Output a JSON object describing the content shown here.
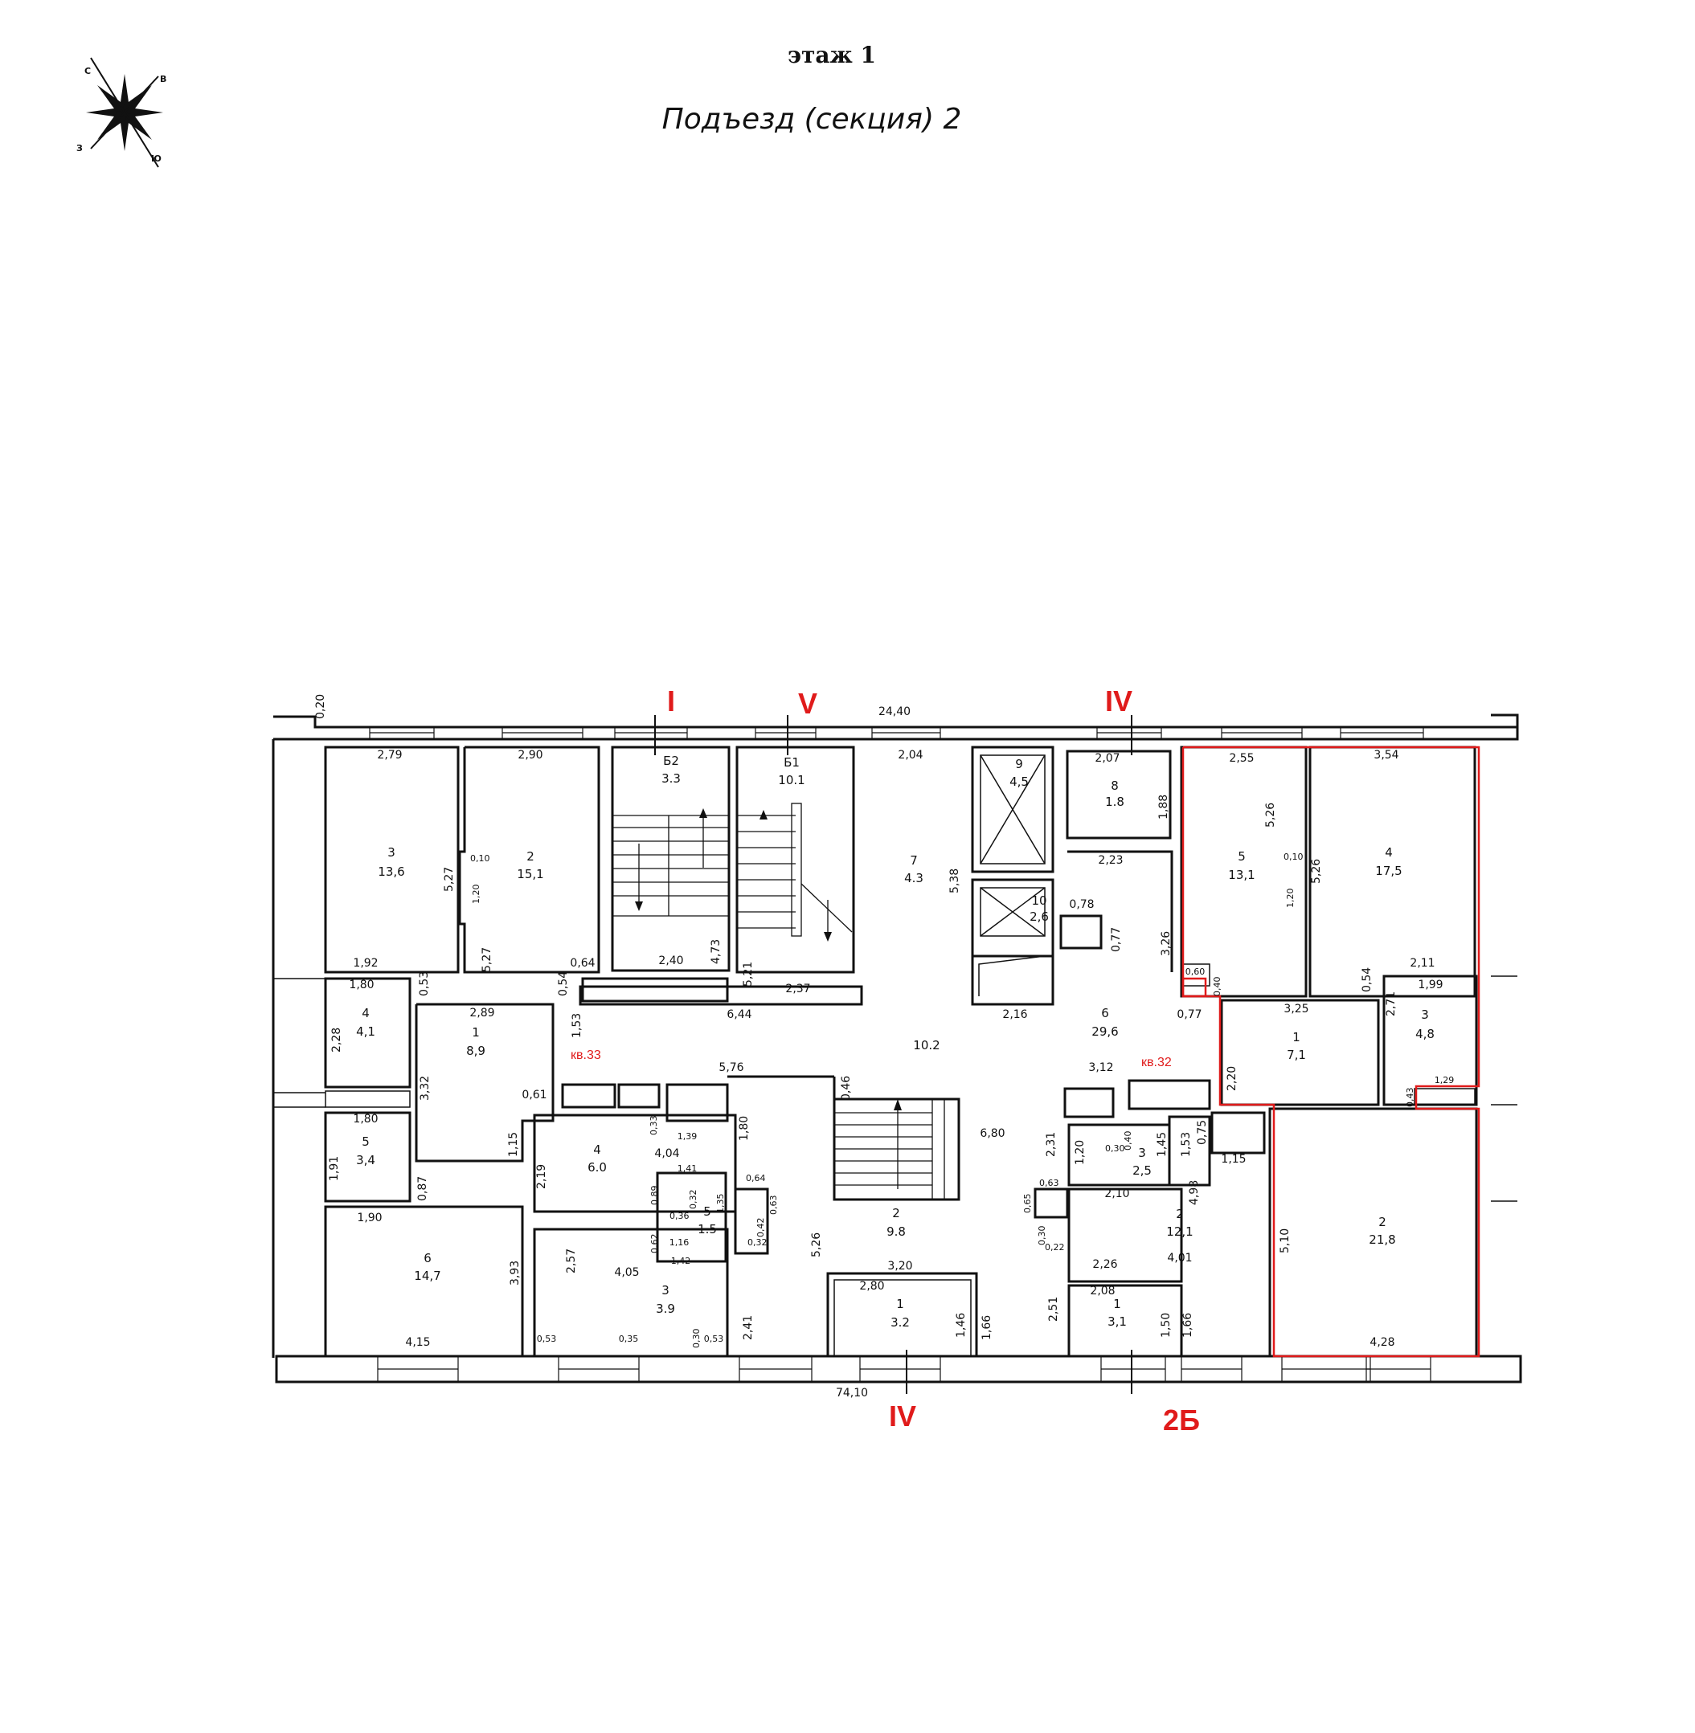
{
  "header": {
    "floor_title": "этаж 1",
    "section_title": "Подъезд (секция) 2"
  },
  "compass": {
    "n": "С",
    "e": "В",
    "s": "Ю",
    "w": "З"
  },
  "entrances": {
    "top_1": "I",
    "top_2": "V",
    "top_3": "IV",
    "bottom_1": "IV",
    "bottom_2": "2Б"
  },
  "apartments": {
    "left": "кв.33",
    "right": "кв.32"
  },
  "rooms": {
    "l3": {
      "n": "3",
      "a": "13,6"
    },
    "l2": {
      "n": "2",
      "a": "15,1"
    },
    "b2": {
      "n": "Б2",
      "a": "3.3"
    },
    "b1": {
      "n": "Б1",
      "a": "10.1"
    },
    "c7": {
      "n": "7",
      "a": "4.3"
    },
    "c9": {
      "n": "9",
      "a": "4,5"
    },
    "c10": {
      "n": "10",
      "a": "2,6"
    },
    "c8": {
      "n": "8",
      "a": "1.8"
    },
    "r5": {
      "n": "5",
      "a": "13,1"
    },
    "r4": {
      "n": "4",
      "a": "17,5"
    },
    "l4": {
      "n": "4",
      "a": "4,1"
    },
    "l1": {
      "n": "1",
      "a": "8,9"
    },
    "hall": {
      "a": "10.2"
    },
    "c6": {
      "n": "6",
      "a": "29,6"
    },
    "r1": {
      "n": "1",
      "a": "7,1"
    },
    "r3": {
      "n": "3",
      "a": "4,8"
    },
    "l5": {
      "n": "5",
      "a": "3,4"
    },
    "m4": {
      "n": "4",
      "a": "6.0"
    },
    "m5": {
      "n": "5",
      "a": "1.5"
    },
    "l6": {
      "n": "6",
      "a": "14,7"
    },
    "m3": {
      "n": "3",
      "a": "3.9"
    },
    "c2": {
      "n": "2",
      "a": "9.8"
    },
    "c1": {
      "n": "1",
      "a": "3.2"
    },
    "k3": {
      "n": "3",
      "a": "2,5"
    },
    "k2": {
      "n": "2",
      "a": "12,1"
    },
    "k1": {
      "n": "1",
      "a": "3,1"
    },
    "r2": {
      "n": "2",
      "a": "21,8"
    }
  },
  "dims": {
    "top_total": "24,40",
    "wall_020": "0,20",
    "bottom_total": "74,10",
    "d279": "2,79",
    "d290": "2,90",
    "d204": "2,04",
    "d207": "2,07",
    "d255": "2,55",
    "d354": "3,54",
    "d527a": "5,27",
    "d010a": "0,10",
    "d120a": "1,20",
    "d527b": "5,27",
    "d192": "1,92",
    "d064": "0,64",
    "d054a": "0,54",
    "d473": "4,73",
    "d240": "2,40",
    "d521": "5,21",
    "d237": "2,37",
    "d538": "5,38",
    "d188": "1,88",
    "d223": "2,23",
    "d078": "0,78",
    "d077a": "0,77",
    "d326": "3,26",
    "d526a": "5,26",
    "d010b": "0,10",
    "d120b": "1,20",
    "d526b": "5,26",
    "d060": "0,60",
    "d040": "0,40",
    "d054b": "0,54",
    "d211": "2,11",
    "d180a": "1,80",
    "d053a": "0,53",
    "d289": "2,89",
    "d644": "6,44",
    "d153": "1,53",
    "d216": "2,16",
    "d077b": "0,77",
    "d325": "3,25",
    "d199": "1,99",
    "d271": "2,71",
    "d228": "2,28",
    "d332": "3,32",
    "d061": "0,61",
    "d576": "5,76",
    "d046": "0,46",
    "d312": "3,12",
    "d220a": "2,20",
    "d043": "0,43",
    "d129": "1,29",
    "d180b": "1,80",
    "d115a": "1,15",
    "d033": "0,33",
    "d139": "1,39",
    "d180c": "1,80",
    "d404": "4,04",
    "d141": "1,41",
    "d219": "2,19",
    "d680": "6,80",
    "d231": "2,31",
    "d120c": "1,20",
    "d030a": "0,30",
    "d040b": "0,40",
    "d145": "1,45",
    "d153b": "1,53",
    "d075": "0,75",
    "d115b": "1,15",
    "d191": "1,91",
    "d087": "0,87",
    "d064b": "0,64",
    "d089": "0,89",
    "d032a": "0,32",
    "d135": "1,35",
    "d036": "0,36",
    "d063a": "0,63",
    "d063b": "0,63",
    "d065": "0,65",
    "d210": "2,10",
    "d498": "4,98",
    "d190": "1,90",
    "d393": "3,93",
    "d257": "2,57",
    "d405": "4,05",
    "d062": "0,62",
    "d042": "0,42",
    "d032b": "0,32",
    "d116": "1,16",
    "d142": "1,42",
    "d526c": "5,26",
    "d030b": "0,30",
    "d022": "0,22",
    "d510": "5,10",
    "d401": "4,01",
    "d320": "3,20",
    "d226": "2,26",
    "d280": "2,80",
    "d208": "2,08",
    "d241": "2,41",
    "d146": "1,46",
    "d166a": "1,66",
    "d251": "2,51",
    "d150": "1,50",
    "d166b": "1,66",
    "d415": "4,15",
    "d053b": "0,53",
    "d035": "0,35",
    "d030c": "0,30",
    "d053c": "0,53",
    "d428": "4,28"
  },
  "colors": {
    "apartment_highlight": "#e01b1b",
    "ink": "#111111"
  }
}
